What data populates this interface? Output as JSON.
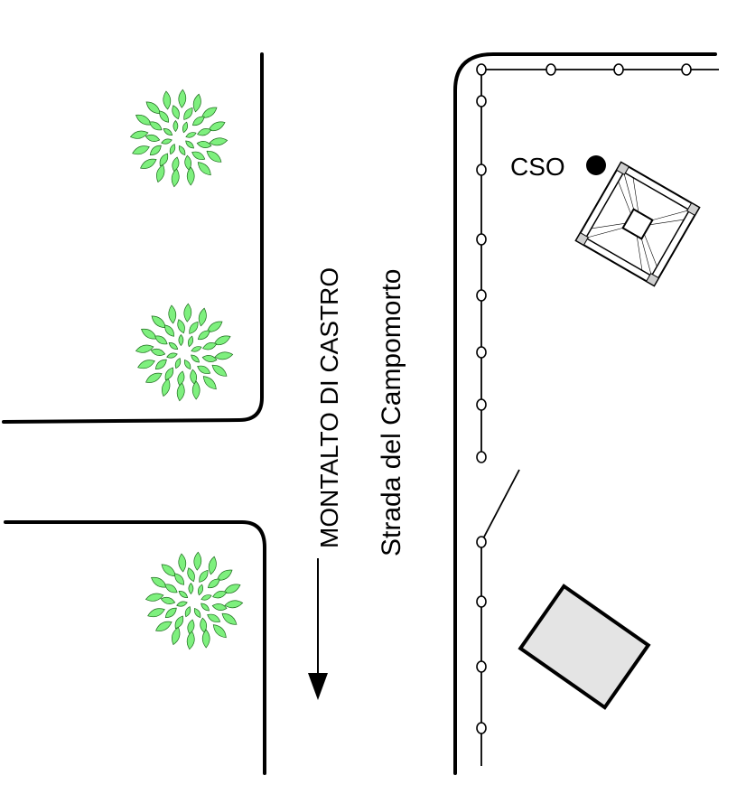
{
  "labels": {
    "direction": "MONTALTO DI CASTRO",
    "road": "Strada del Campomorto",
    "poi": "CSO"
  },
  "colors": {
    "road_edge": "#000000",
    "tree_fill": "#7ef07e",
    "tree_stroke": "#1e6e1e",
    "building_fill": "#e4e4e4"
  },
  "icons": [
    "tree-icon",
    "fence-post-icon",
    "poi-marker-icon",
    "direction-arrow-icon"
  ]
}
